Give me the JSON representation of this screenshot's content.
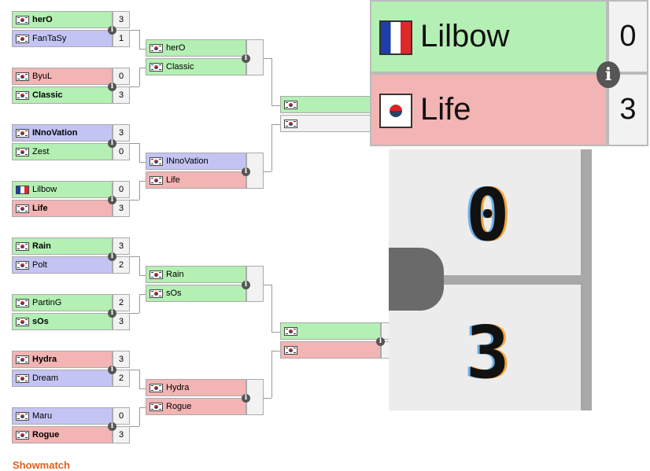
{
  "colors": {
    "win": "#b4efb4",
    "lose": "#f3b4b4",
    "other": "#c4c4f4",
    "empty": "#f2f2f2",
    "connector": "#999999",
    "score_bg": "#f2f2f2"
  },
  "info_icon": "info-icon",
  "round1": [
    {
      "p1": {
        "name": "herO",
        "flag": "kr",
        "score": "3",
        "color": "win",
        "bold": true
      },
      "p2": {
        "name": "FanTaSy",
        "flag": "kr",
        "score": "1",
        "color": "other",
        "bold": false
      }
    },
    {
      "p1": {
        "name": "ByuL",
        "flag": "kr",
        "score": "0",
        "color": "lose",
        "bold": false
      },
      "p2": {
        "name": "Classic",
        "flag": "kr",
        "score": "3",
        "color": "win",
        "bold": true
      }
    },
    {
      "p1": {
        "name": "INnoVation",
        "flag": "kr",
        "score": "3",
        "color": "other",
        "bold": true
      },
      "p2": {
        "name": "Zest",
        "flag": "kr",
        "score": "0",
        "color": "win",
        "bold": false
      }
    },
    {
      "p1": {
        "name": "Lilbow",
        "flag": "fr",
        "score": "0",
        "color": "win",
        "bold": false
      },
      "p2": {
        "name": "Life",
        "flag": "kr",
        "score": "3",
        "color": "lose",
        "bold": true
      }
    },
    {
      "p1": {
        "name": "Rain",
        "flag": "kr",
        "score": "3",
        "color": "win",
        "bold": true
      },
      "p2": {
        "name": "Polt",
        "flag": "kr",
        "score": "2",
        "color": "other",
        "bold": false
      }
    },
    {
      "p1": {
        "name": "PartinG",
        "flag": "kr",
        "score": "2",
        "color": "win",
        "bold": false
      },
      "p2": {
        "name": "sOs",
        "flag": "kr",
        "score": "3",
        "color": "win",
        "bold": true
      }
    },
    {
      "p1": {
        "name": "Hydra",
        "flag": "kr",
        "score": "3",
        "color": "lose",
        "bold": true
      },
      "p2": {
        "name": "Dream",
        "flag": "kr",
        "score": "2",
        "color": "other",
        "bold": false
      }
    },
    {
      "p1": {
        "name": "Maru",
        "flag": "kr",
        "score": "0",
        "color": "other",
        "bold": false
      },
      "p2": {
        "name": "Rogue",
        "flag": "kr",
        "score": "3",
        "color": "lose",
        "bold": true
      }
    }
  ],
  "round2": [
    {
      "p1": {
        "name": "herO",
        "flag": "kr",
        "score": "",
        "color": "win"
      },
      "p2": {
        "name": "Classic",
        "flag": "kr",
        "score": "",
        "color": "win"
      }
    },
    {
      "p1": {
        "name": "INnoVation",
        "flag": "kr",
        "score": "",
        "color": "other"
      },
      "p2": {
        "name": "Life",
        "flag": "kr",
        "score": "",
        "color": "lose"
      }
    },
    {
      "p1": {
        "name": "Rain",
        "flag": "kr",
        "score": "",
        "color": "win"
      },
      "p2": {
        "name": "sOs",
        "flag": "kr",
        "score": "",
        "color": "win"
      }
    },
    {
      "p1": {
        "name": "Hydra",
        "flag": "kr",
        "score": "",
        "color": "lose"
      },
      "p2": {
        "name": "Rogue",
        "flag": "kr",
        "score": "",
        "color": "lose"
      }
    }
  ],
  "round3": [
    {
      "p1": {
        "name": "",
        "flag": "kr",
        "score": "",
        "color": "win"
      },
      "p2": {
        "name": "",
        "flag": "kr",
        "score": "",
        "color": "empty"
      }
    },
    {
      "p1": {
        "name": "",
        "flag": "kr",
        "score": "",
        "color": "win"
      },
      "p2": {
        "name": "",
        "flag": "kr",
        "score": "",
        "color": "lose"
      }
    }
  ],
  "zoom": {
    "p1": {
      "name": "Lilbow",
      "flag": "fr",
      "score": "0",
      "color": "win"
    },
    "p2": {
      "name": "Life",
      "flag": "kr",
      "score": "3",
      "color": "lose"
    },
    "detail_scores": [
      "0",
      "3"
    ]
  },
  "footer": {
    "heading": "Showmatch"
  }
}
